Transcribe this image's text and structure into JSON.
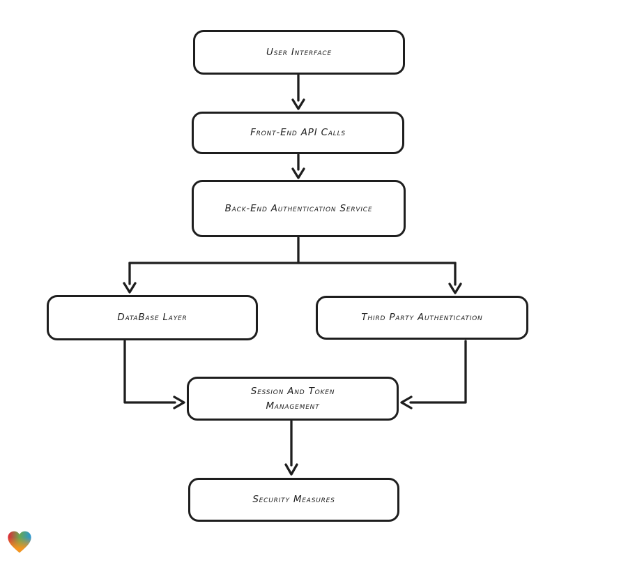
{
  "page": {
    "background_color": "#ffffff"
  },
  "diagram": {
    "style": "hand-drawn flowchart",
    "stroke_color": "#1e1e1e",
    "node_fill_color": "#ffffff",
    "nodes": [
      {
        "id": "user-interface",
        "label": "User Interface"
      },
      {
        "id": "front-end-api-calls",
        "label": "Front-End API Calls"
      },
      {
        "id": "back-end-authentication-service",
        "label": "Back-End Authentication Service"
      },
      {
        "id": "database-layer",
        "label": "DataBase Layer"
      },
      {
        "id": "third-party-authentication",
        "label": "Third Party Authentication"
      },
      {
        "id": "session-and-token-management",
        "label": "Session And Token Management"
      },
      {
        "id": "security-measures",
        "label": "Security Measures"
      }
    ],
    "edges": [
      {
        "from": "user-interface",
        "to": "front-end-api-calls"
      },
      {
        "from": "front-end-api-calls",
        "to": "back-end-authentication-service"
      },
      {
        "from": "back-end-authentication-service",
        "to": "database-layer"
      },
      {
        "from": "back-end-authentication-service",
        "to": "third-party-authentication"
      },
      {
        "from": "database-layer",
        "to": "session-and-token-management"
      },
      {
        "from": "third-party-authentication",
        "to": "session-and-token-management"
      },
      {
        "from": "session-and-token-management",
        "to": "security-measures"
      }
    ]
  },
  "watermark": {
    "icon": "heart-gradient-icon",
    "colors": {
      "top_left": "#e32636",
      "top_right": "#2a96d4",
      "center_blend": "#6aa84f",
      "bottom": "#f6941f"
    }
  }
}
